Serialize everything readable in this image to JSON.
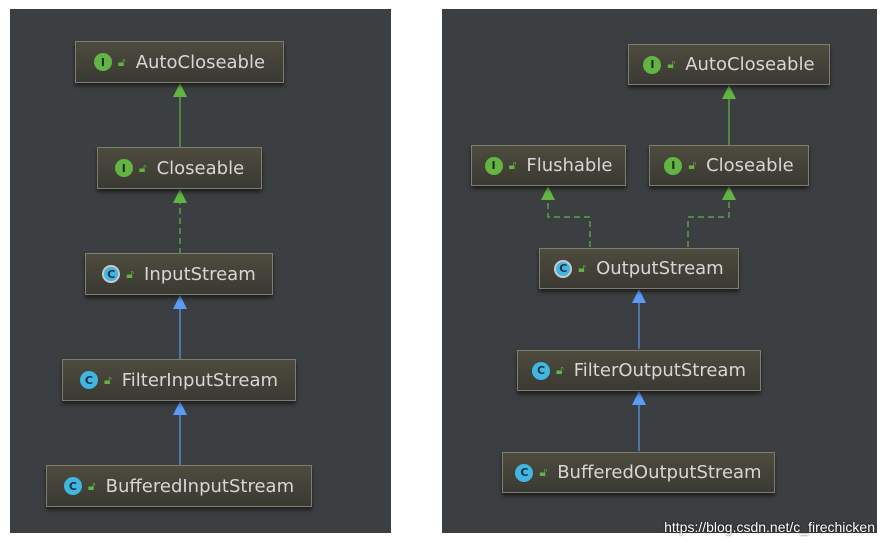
{
  "colors": {
    "background": "#3c3f41",
    "implements_edge": "#62b543",
    "extends_edge": "#5b9bf5",
    "interface_badge": "#62b543",
    "class_badge": "#40b6e0"
  },
  "left": {
    "nodes": [
      {
        "id": "AutoCloseable",
        "kind": "interface",
        "badge": "I",
        "label": "AutoCloseable"
      },
      {
        "id": "Closeable",
        "kind": "interface",
        "badge": "I",
        "label": "Closeable"
      },
      {
        "id": "InputStream",
        "kind": "abstract",
        "badge": "C",
        "label": "InputStream"
      },
      {
        "id": "FilterInputStream",
        "kind": "class",
        "badge": "C",
        "label": "FilterInputStream"
      },
      {
        "id": "BufferedInputStream",
        "kind": "class",
        "badge": "C",
        "label": "BufferedInputStream"
      }
    ],
    "edges": [
      {
        "from": "Closeable",
        "to": "AutoCloseable",
        "type": "extends-interface"
      },
      {
        "from": "InputStream",
        "to": "Closeable",
        "type": "implements"
      },
      {
        "from": "FilterInputStream",
        "to": "InputStream",
        "type": "extends"
      },
      {
        "from": "BufferedInputStream",
        "to": "FilterInputStream",
        "type": "extends"
      }
    ]
  },
  "right": {
    "nodes": [
      {
        "id": "AutoCloseable",
        "kind": "interface",
        "badge": "I",
        "label": "AutoCloseable"
      },
      {
        "id": "Flushable",
        "kind": "interface",
        "badge": "I",
        "label": "Flushable"
      },
      {
        "id": "Closeable",
        "kind": "interface",
        "badge": "I",
        "label": "Closeable"
      },
      {
        "id": "OutputStream",
        "kind": "abstract",
        "badge": "C",
        "label": "OutputStream"
      },
      {
        "id": "FilterOutputStream",
        "kind": "class",
        "badge": "C",
        "label": "FilterOutputStream"
      },
      {
        "id": "BufferedOutputStream",
        "kind": "class",
        "badge": "C",
        "label": "BufferedOutputStream"
      }
    ],
    "edges": [
      {
        "from": "Closeable",
        "to": "AutoCloseable",
        "type": "extends-interface"
      },
      {
        "from": "OutputStream",
        "to": "Flushable",
        "type": "implements"
      },
      {
        "from": "OutputStream",
        "to": "Closeable",
        "type": "implements"
      },
      {
        "from": "FilterOutputStream",
        "to": "OutputStream",
        "type": "extends"
      },
      {
        "from": "BufferedOutputStream",
        "to": "FilterOutputStream",
        "type": "extends"
      }
    ]
  },
  "watermark": "https://blog.csdn.net/c_firechicken"
}
